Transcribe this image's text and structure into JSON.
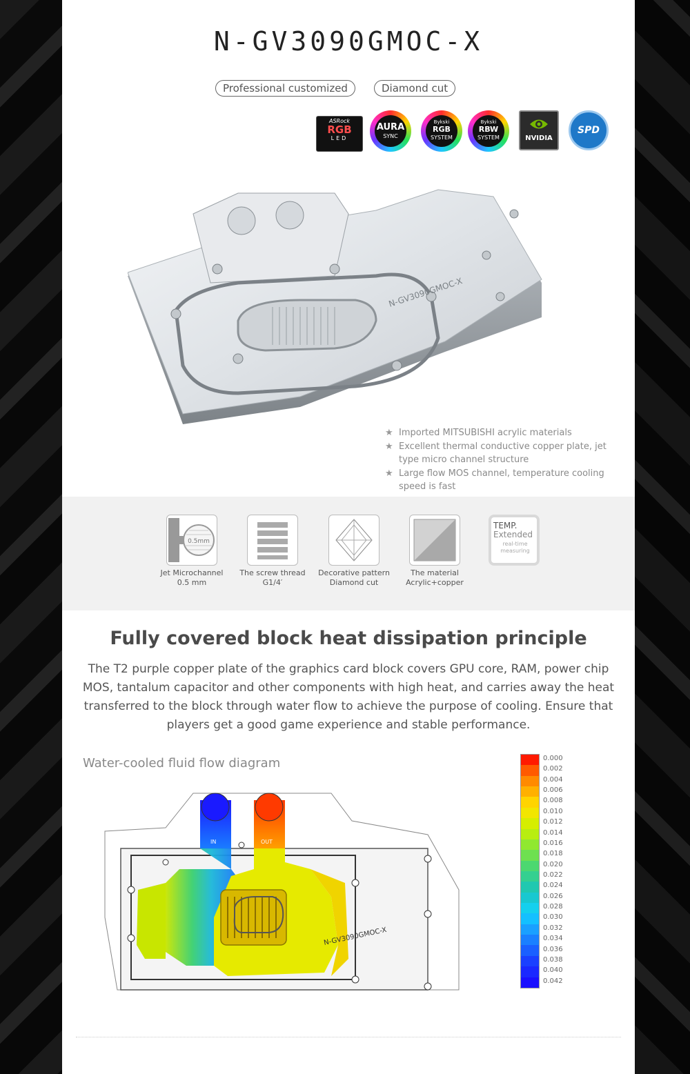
{
  "title": "N-GV3090GMOC-X",
  "tags": [
    "Professional customized",
    "Diamond cut"
  ],
  "badges": {
    "asrock": {
      "brand": "ASRock",
      "line1": "RGB",
      "line2": "LED"
    },
    "aura": {
      "line1": "AURA",
      "line2": "SYNC"
    },
    "bykski_rgb": {
      "brand": "Bykski",
      "line1": "RGB",
      "line2": "SYSTEM"
    },
    "bykski_rbw": {
      "brand": "Bykski",
      "line1": "RBW",
      "line2": "SYSTEM"
    },
    "nvidia": {
      "label": "NVIDIA"
    },
    "spd": {
      "label": "SPD"
    }
  },
  "product_engraving": "N-GV3090GMOC-X",
  "features": [
    "Imported MITSUBISHI acrylic materials",
    "Excellent thermal conductive copper plate, jet type micro channel structure",
    "Large flow MOS channel, temperature cooling speed is fast"
  ],
  "feature_icons": [
    {
      "label1": "Jet Microchannel",
      "label2": "0.5 mm",
      "icon_text": "0.5mm"
    },
    {
      "label1": "The screw thread",
      "label2": "G1/4′",
      "icon_text": ""
    },
    {
      "label1": "Decorative pattern",
      "label2": "Diamond cut",
      "icon_text": ""
    },
    {
      "label1": "The material",
      "label2": "Acrylic+copper",
      "icon_text": ""
    },
    {
      "label1": "",
      "label2": "",
      "icon_text": "TEMP.",
      "icon_text2": "Extended",
      "icon_text3": "real-time",
      "icon_text4": "measuring"
    }
  ],
  "section_heading": "Fully covered block heat dissipation principle",
  "section_paragraph": "The T2 purple copper plate of the graphics card block covers GPU core, RAM, power chip MOS, tantalum capacitor and other components with high heat, and carries away the heat transferred to the block through water flow to achieve the purpose of cooling. Ensure that players get a good game experience and stable performance.",
  "diagram_label": "Water-cooled fluid flow diagram",
  "diagram": {
    "in_label": "IN",
    "out_label": "OUT",
    "engraving": "N-GV3090GMOC-X"
  },
  "scale": [
    "0.000",
    "0.002",
    "0.004",
    "0.006",
    "0.008",
    "0.010",
    "0.012",
    "0.014",
    "0.016",
    "0.018",
    "0.020",
    "0.022",
    "0.024",
    "0.026",
    "0.028",
    "0.030",
    "0.032",
    "0.034",
    "0.036",
    "0.038",
    "0.040",
    "0.042"
  ],
  "colors": {
    "accent_blue": "#1e78c8",
    "hot": "#ff2a00",
    "cold": "#1a1aff",
    "text_gray": "#555555"
  }
}
